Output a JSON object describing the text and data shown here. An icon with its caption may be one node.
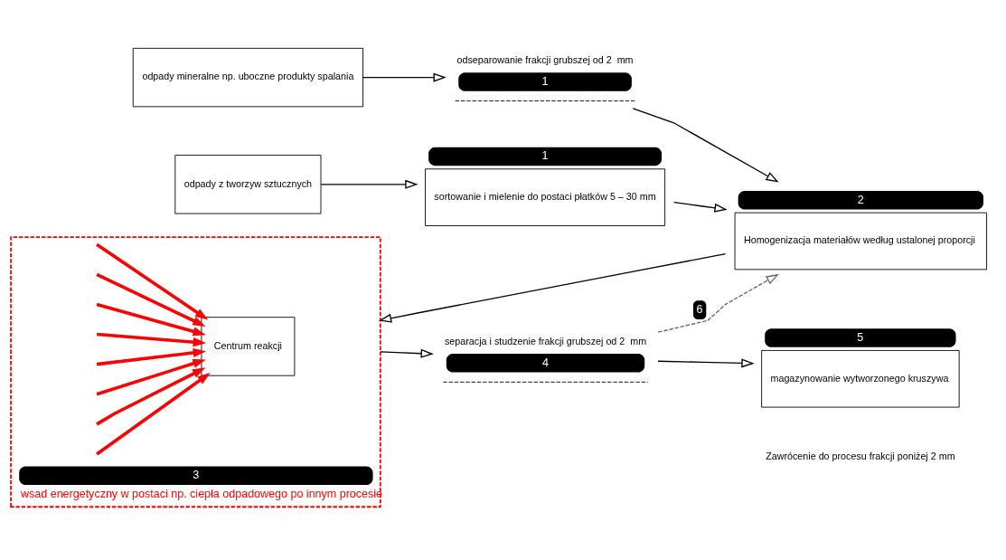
{
  "diagram": {
    "nodes": [
      {
        "text": [
          "odpady mineralne np. uboczne produkty spalania"
        ]
      },
      {
        "text": [
          "1"
        ],
        "beside": [
          "odseparowanie frakcji grubszej od 2  mm"
        ]
      },
      {
        "text": [
          "sortowanie i mielenie do postaci płatków 5 – 30 mm"
        ],
        "beside": [
          "1"
        ]
      },
      {
        "text": [
          "odpady z tworzyw sztucznych"
        ]
      },
      {
        "text": [
          "Homogenizacja materiałów według ustalonej proporcji"
        ],
        "beside": [
          "2"
        ]
      },
      {
        "text": [],
        "shape": "box",
        "beside": [
          "3",
          "wsad energetyczny w postaci np. ciepła odpadowego po innym procesie"
        ]
      },
      {
        "text": [
          "Centrum reakcji"
        ],
        "in": 5
      },
      {
        "text": [
          "4"
        ],
        "beside": [
          "separacja i studzenie frakcji grubszej od 2  mm"
        ]
      },
      {
        "text": [
          "magazynowanie wytworzonego kruszywa"
        ],
        "beside": [
          "5"
        ]
      }
    ],
    "edges": [
      {
        "from": 0,
        "to": 1,
        "arrow": "to",
        "color": "#000000"
      },
      {
        "from": 1,
        "to": 4,
        "arrow": "to",
        "color": "#000000"
      },
      {
        "from": 3,
        "to": 2,
        "arrow": "to",
        "color": "#000000"
      },
      {
        "from": 2,
        "to": 4,
        "arrow": "to",
        "color": "#000000"
      },
      {
        "from": 4,
        "to": 5,
        "arrow": "to",
        "color": "#000000"
      },
      {
        "from": null,
        "to": 6,
        "arrow": "to",
        "style": "thick",
        "color": "#ff0000"
      },
      {
        "from": null,
        "to": 6,
        "arrow": "to",
        "style": "thick",
        "color": "#ff0000"
      },
      {
        "from": null,
        "to": 6,
        "arrow": "to",
        "style": "thick",
        "color": "#ff0000"
      },
      {
        "from": null,
        "to": 6,
        "arrow": "to",
        "style": "thick",
        "color": "#ff0000"
      },
      {
        "from": null,
        "to": 6,
        "arrow": "to",
        "style": "thick",
        "color": "#ff0000"
      },
      {
        "from": null,
        "to": 6,
        "arrow": "to",
        "style": "thick",
        "color": "#ff0000"
      },
      {
        "from": null,
        "to": 6,
        "arrow": "to",
        "style": "thick",
        "color": "#ff0000"
      },
      {
        "from": null,
        "to": 6,
        "arrow": "to",
        "style": "thick",
        "color": "#ff0000"
      },
      {
        "from": 5,
        "to": 7,
        "arrow": "to",
        "color": "#000000"
      },
      {
        "from": 7,
        "to": 8,
        "arrow": "to",
        "color": "#000000"
      },
      {
        "from": 7,
        "to": 4,
        "arrow": "to",
        "style": "dashed",
        "color": "#666666",
        "label": "6"
      }
    ],
    "labels": [
      "Zawrócenie do procesu frakcji poniżej 2 mm"
    ]
  }
}
